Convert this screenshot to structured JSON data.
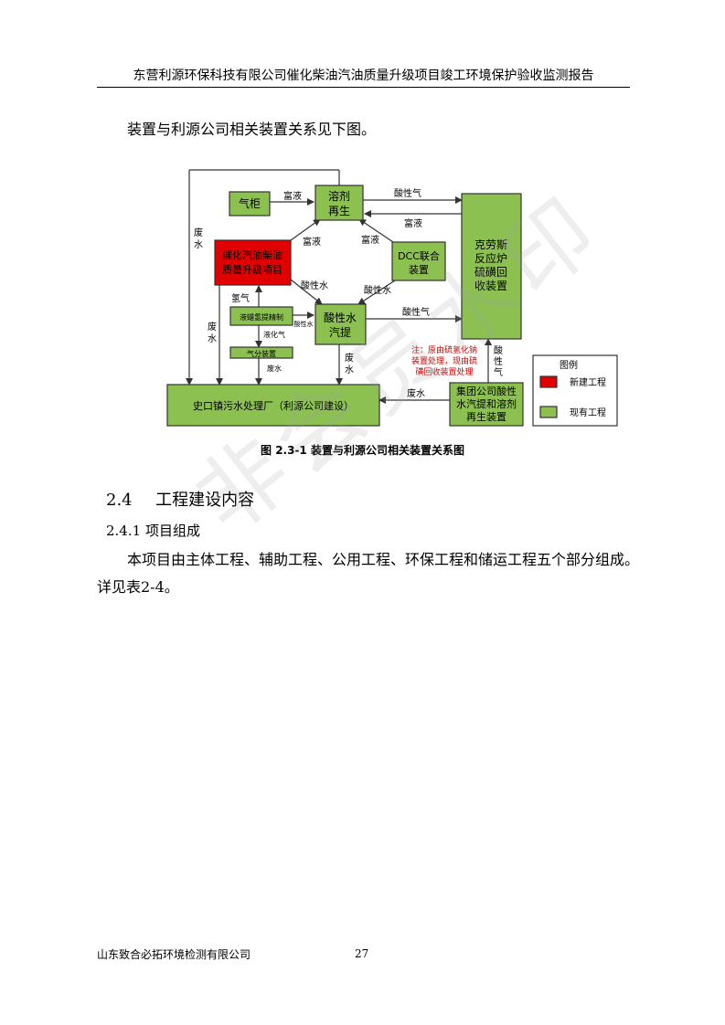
{
  "header": {
    "title": "东营利源环保科技有限公司催化柴油汽油质量升级项目竣工环境保护验收监测报告"
  },
  "intro": {
    "text": "装置与利源公司相关装置关系见下图。"
  },
  "figure": {
    "boxes": {
      "gas_holder": "气柜",
      "solvent_regen": [
        "溶剂",
        "再生"
      ],
      "new_project": [
        "催化汽油柴油",
        "质量升级项目"
      ],
      "dcc": [
        "DCC联合",
        "装置"
      ],
      "claus": [
        "克劳斯",
        "反应炉",
        "硫磺回",
        "收装置"
      ],
      "hydrofine": "液蜡氢提精制",
      "sour_water": [
        "酸性水",
        "汽提"
      ],
      "gas_fraction": "气分装置",
      "treatment_plant": "史口镇污水处理厂（利源公司建设）",
      "group_unit": [
        "集团公司酸性",
        "水汽提和溶剂",
        "再生装置"
      ]
    },
    "labels": {
      "rich_liquid": "富液",
      "acid_gas": "酸性气",
      "waste_water": "废水",
      "sour_water": "酸性水",
      "hydrogen": "氢气",
      "liquefied_gas": "液化气",
      "note": [
        "注：原由硫氢化钠",
        "装置处理，现由硫",
        "磺回收装置处理"
      ]
    },
    "legend": {
      "title": "图例",
      "new": "新建工程",
      "existing": "现有工程"
    },
    "colors": {
      "new": "#e00000",
      "existing": "#8cc152",
      "note": "#cc0000"
    }
  },
  "caption": "图 2.3-1  装置与利源公司相关装置关系图",
  "section": {
    "number": "2.4",
    "title": "工程建设内容"
  },
  "subsection": {
    "number": "2.4.1",
    "title": "项目组成"
  },
  "body": {
    "line1": "本项目由主体工程、辅助工程、公用工程、环保工程和储运工程五个部分组成。",
    "line2": "详见表2-4。"
  },
  "watermark": "非会员水印",
  "footer": {
    "company": "山东致合必拓环境检测有限公司",
    "page": "27"
  }
}
